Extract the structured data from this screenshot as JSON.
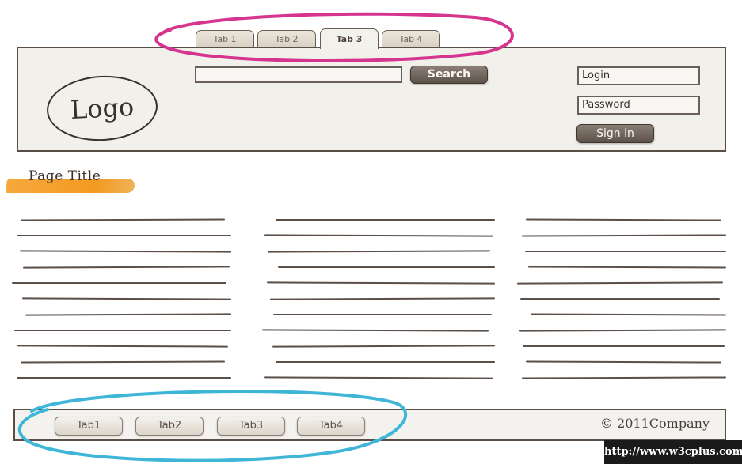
{
  "top_tabs": [
    "Tab 1",
    "Tab 2",
    "Tab 3",
    "Tab 4"
  ],
  "active_top_tab": "Tab 3",
  "header": {
    "logo_text": "Logo",
    "search_value": "",
    "search_button": "Search",
    "login_placeholder": "Login",
    "password_placeholder": "Password",
    "signin_button": "Sign in"
  },
  "page_title": "Page Title",
  "footer": {
    "tabs": [
      "Tab1",
      "Tab2",
      "Tab3",
      "Tab4"
    ],
    "copyright": "© 2011Company"
  },
  "watermark": "http://www.w3cplus.com",
  "colors": {
    "highlight_top": "#d6358f",
    "highlight_bottom": "#3fb6d8",
    "title_accent": "#f39a22",
    "button_dark": "#6e635a"
  }
}
